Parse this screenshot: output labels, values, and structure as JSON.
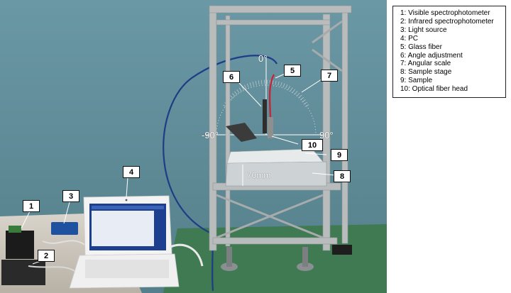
{
  "photo": {
    "angle_top": "0°",
    "angle_left": "-90°",
    "angle_right": "90°",
    "dimension": "70mm"
  },
  "callouts": [
    "1",
    "2",
    "3",
    "4",
    "5",
    "6",
    "7",
    "8",
    "9",
    "10"
  ],
  "legend": {
    "items": [
      "1: Visible spectrophotometer",
      "2: Infrared spectrophotometer",
      "3: Light source",
      "4: PC",
      "5: Glass fiber",
      "6: Angle adjustment",
      "7: Angular scale",
      "8: Sample stage",
      "9: Sample",
      "10: Optical fiber head"
    ]
  },
  "colors": {
    "wall": "#5e8e9a",
    "floor": "#3f7a52",
    "frame": "#b9bcbd",
    "fiber": "#1f3c86"
  }
}
